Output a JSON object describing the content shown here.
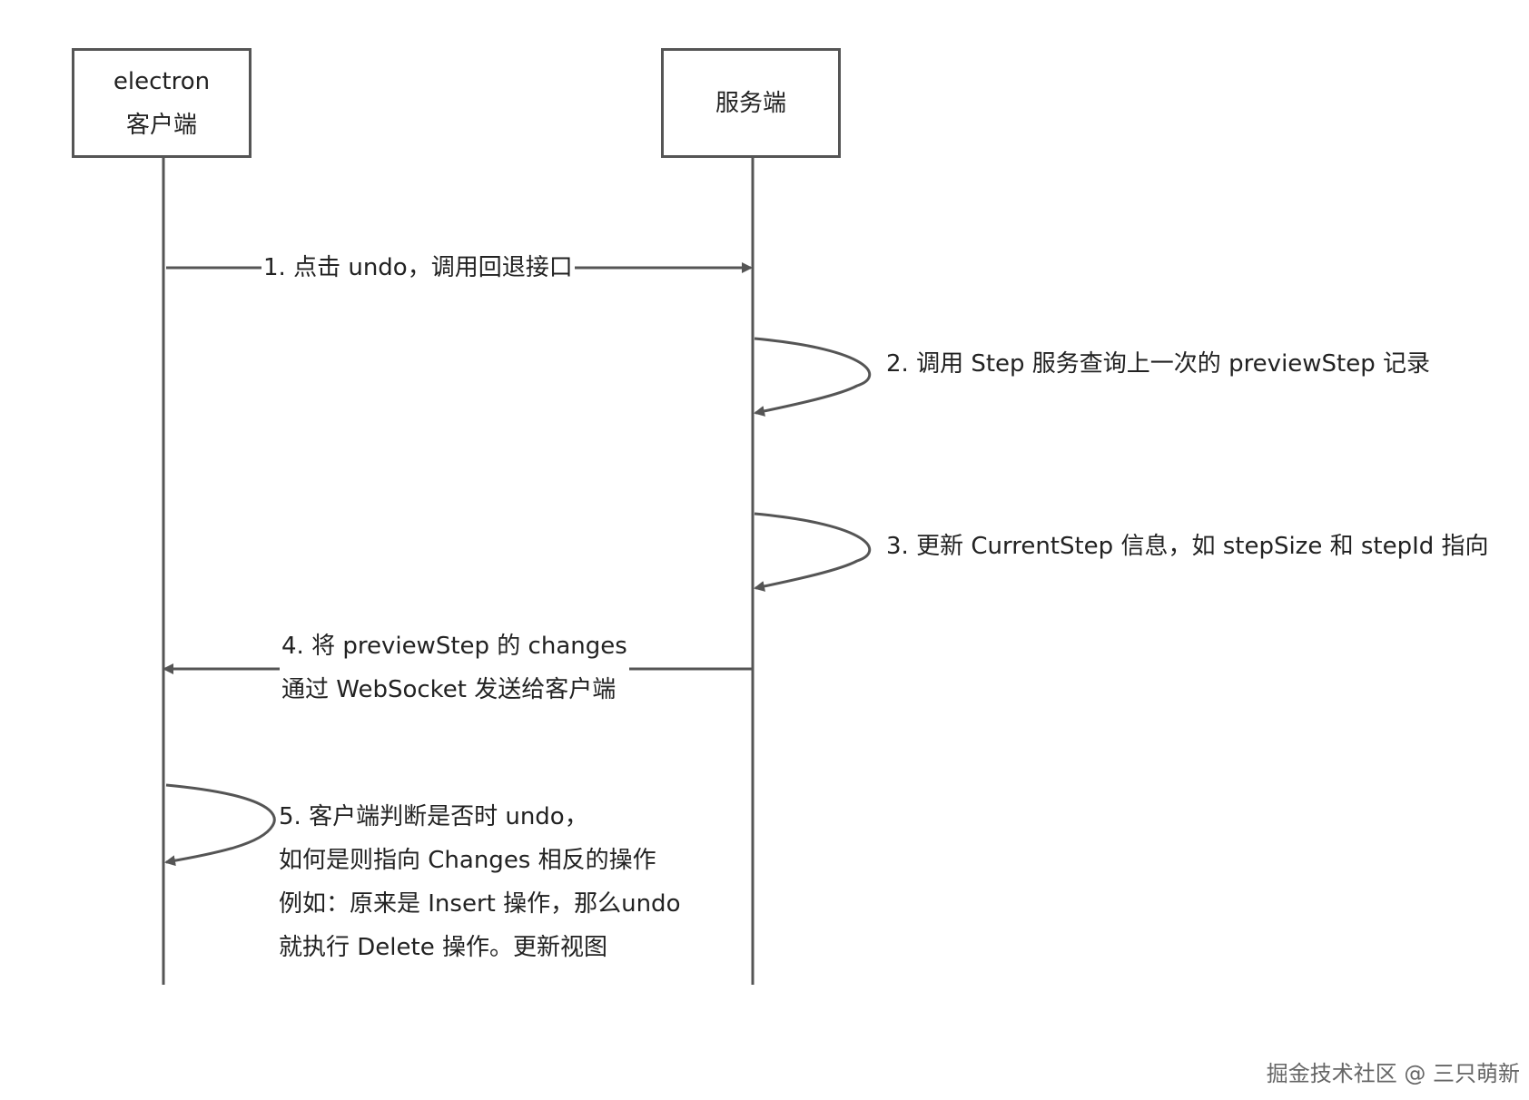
{
  "actors": {
    "client": {
      "line1": "electron",
      "line2": "客户端"
    },
    "server": {
      "label": "服务端"
    }
  },
  "messages": {
    "m1": "1. 点击 undo，调用回退接口",
    "m2": "2. 调用 Step 服务查询上一次的 previewStep 记录",
    "m3": "3. 更新 CurrentStep 信息，如 stepSize 和 stepId 指向",
    "m4": {
      "line1": "4. 将 previewStep 的 changes",
      "line2": "通过 WebSocket 发送给客户端"
    },
    "m5": {
      "line1": "5. 客户端判断是否时 undo，",
      "line2": "如何是则指向 Changes 相反的操作",
      "line3": "例如：原来是 Insert 操作，那么undo",
      "line4": "就执行 Delete 操作。更新视图"
    }
  },
  "watermark": "掘金技术社区 @ 三只萌新",
  "colors": {
    "line": "#555555",
    "text": "#222222"
  }
}
